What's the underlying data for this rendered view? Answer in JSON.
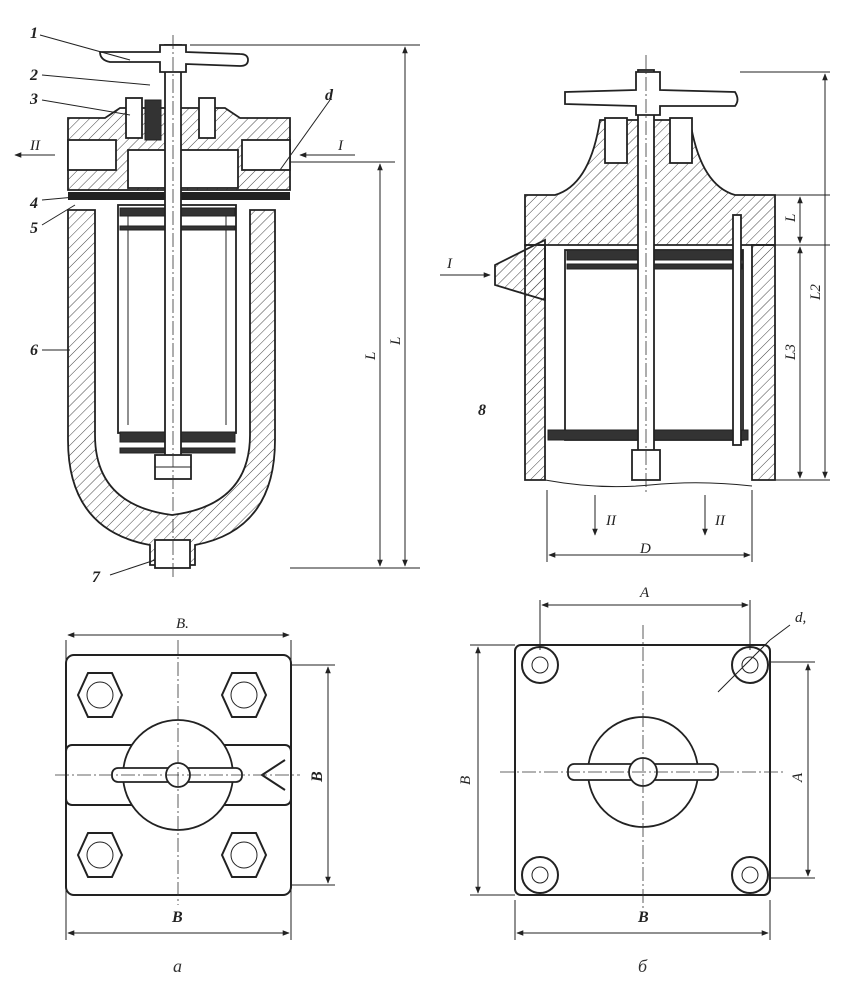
{
  "callouts": {
    "n1": "1",
    "n2": "2",
    "n3": "3",
    "n4": "4",
    "n5": "5",
    "n6": "6",
    "n7": "7",
    "n8": "8",
    "d": "d",
    "d1": "d,"
  },
  "flow": {
    "inlet": "I",
    "outlet": "II"
  },
  "dims": {
    "L": "L",
    "L1": "L",
    "L2": "L2",
    "L3": "L3",
    "D": "D",
    "A": "A",
    "B": "B",
    "B1": "B."
  },
  "captions": {
    "left": "a",
    "right": "б"
  }
}
